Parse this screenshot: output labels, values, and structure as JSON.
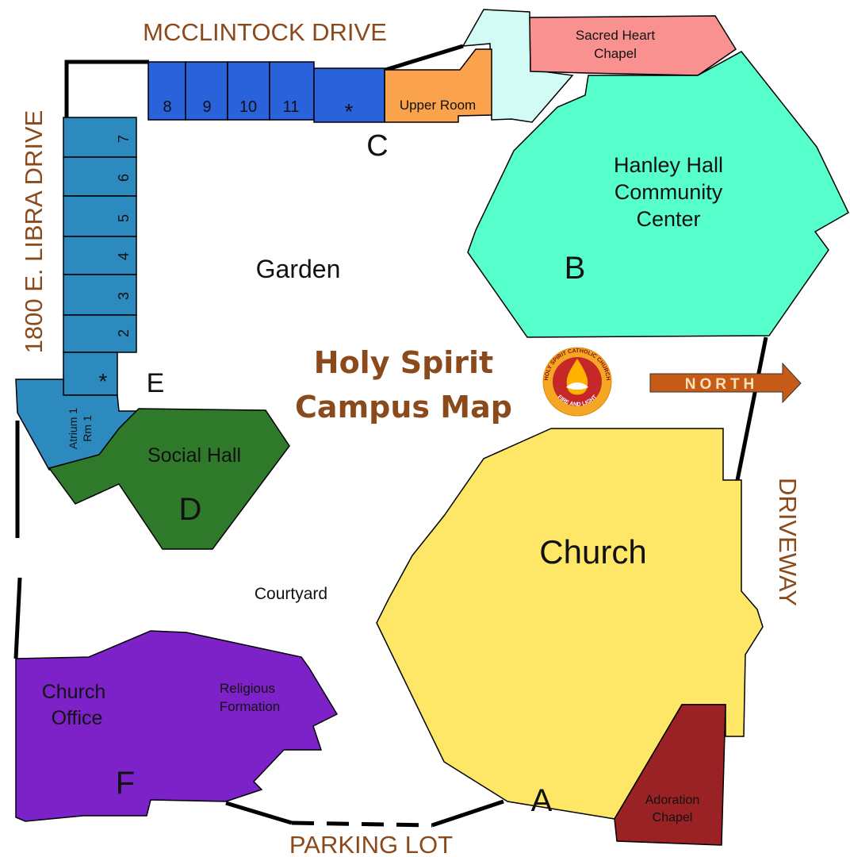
{
  "streets": {
    "top": "MCCLINTOCK DRIVE",
    "left": "1800 E. LIBRA DRIVE",
    "right": "DRIVEWAY",
    "bottom": "PARKING LOT"
  },
  "title": {
    "line1": "Holy Spirit",
    "line2": "Campus Map"
  },
  "north_label": "NORTH",
  "logo": {
    "ring_text": "HOLY SPIRIT CATHOLIC CHURCH",
    "bottom_text": "FIRE AND LIGHT"
  },
  "areas": {
    "garden": "Garden",
    "courtyard": "Courtyard"
  },
  "buildings": {
    "sacred_heart": {
      "line1": "Sacred Heart",
      "line2": "Chapel"
    },
    "upper_room": "Upper Room",
    "hanley": {
      "line1": "Hanley Hall",
      "line2": "Community",
      "line3": "Center",
      "letter": "B"
    },
    "church": {
      "name": "Church",
      "letter": "A"
    },
    "social_hall": {
      "name": "Social Hall",
      "letter": "D"
    },
    "church_office": {
      "line1": "Church",
      "line2": "Office",
      "letter": "F"
    },
    "religious_formation": {
      "line1": "Religious",
      "line2": "Formation"
    },
    "adoration": {
      "line1": "Adoration",
      "line2": "Chapel"
    },
    "atrium": {
      "line1": "Atrium 1",
      "line2": "Rm 1"
    }
  },
  "letters": {
    "c": "C",
    "e": "E"
  },
  "rooms_top": [
    "8",
    "9",
    "10",
    "11",
    "*"
  ],
  "rooms_left": [
    "7",
    "6",
    "5",
    "4",
    "3",
    "2",
    "*"
  ],
  "colors": {
    "rooms_top": "#2962DB",
    "rooms_left": "#2C8ABF",
    "upper_room": "#FBA24C",
    "sacred_heart": "#F99191",
    "light_teal": "#D3FBF6",
    "hanley": "#56FFCC",
    "church": "#FEE666",
    "adoration": "#9B2224",
    "social_hall": "#2E7A2A",
    "office": "#7D22C8",
    "street_text": "#8B4A1C",
    "north_arrow": "#C65B17"
  }
}
